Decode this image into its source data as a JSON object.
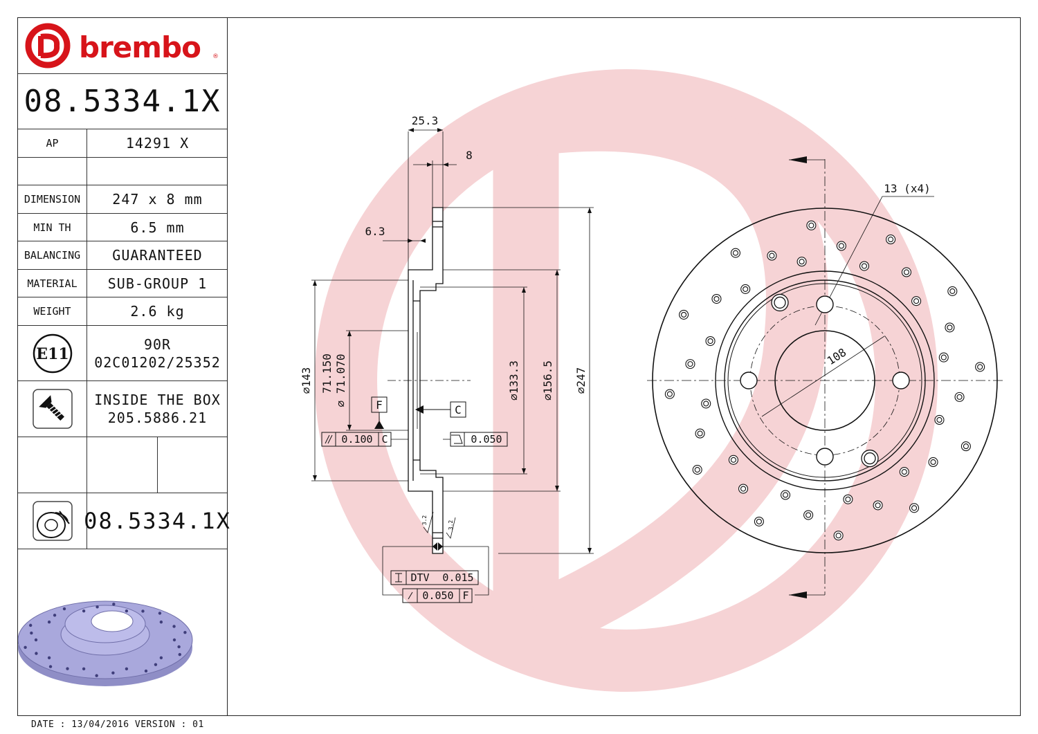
{
  "brand": {
    "name": "brembo",
    "trademark": "®"
  },
  "part_number": "08.5334.1X",
  "specs": {
    "ap": {
      "label": "AP",
      "value": "14291 X"
    },
    "dimension": {
      "label": "DIMENSION",
      "value": "247 x 8 mm"
    },
    "min_th": {
      "label": "MIN TH",
      "value": "6.5 mm"
    },
    "balancing": {
      "label": "BALANCING",
      "value": "GUARANTEED"
    },
    "material": {
      "label": "MATERIAL",
      "value": "SUB-GROUP 1"
    },
    "weight": {
      "label": "WEIGHT",
      "value": "2.6 kg"
    }
  },
  "approval": {
    "badge": "E11",
    "line1": "90R",
    "line2": "02C01202/25352"
  },
  "screw": {
    "line1": "INSIDE THE BOX",
    "line2": "205.5886.21"
  },
  "kit_part_number": "08.5334.1X",
  "footer": "DATE : 13/04/2016 VERSION : 01",
  "drawing": {
    "section": {
      "width_total": "25.3",
      "thickness": "8",
      "hat_wall": "6.3",
      "dia_hub": "⌀143",
      "dia_center_a": "71.150",
      "dia_center_b": "⌀ 71.070",
      "dia_pcd": "⌀133.3",
      "dia_inner": "⌀156.5",
      "dia_outer": "⌀247",
      "datum_f": "F",
      "datum_c": "C",
      "parallelism_value": "0.100",
      "parallelism_ref": "C",
      "flatness_value": "0.050",
      "dtv_label": "DTV",
      "dtv_value": "0.015",
      "runout_value": "0.050",
      "runout_ref": "F",
      "roughness_left": "3.2",
      "roughness_right": "3.2"
    },
    "front": {
      "holes": "13 (x4)",
      "pcd": "108"
    }
  },
  "colors": {
    "brand_red": "#d7141a",
    "watermark": "#f6d3d5",
    "disc_render": "#a9a8dc"
  }
}
